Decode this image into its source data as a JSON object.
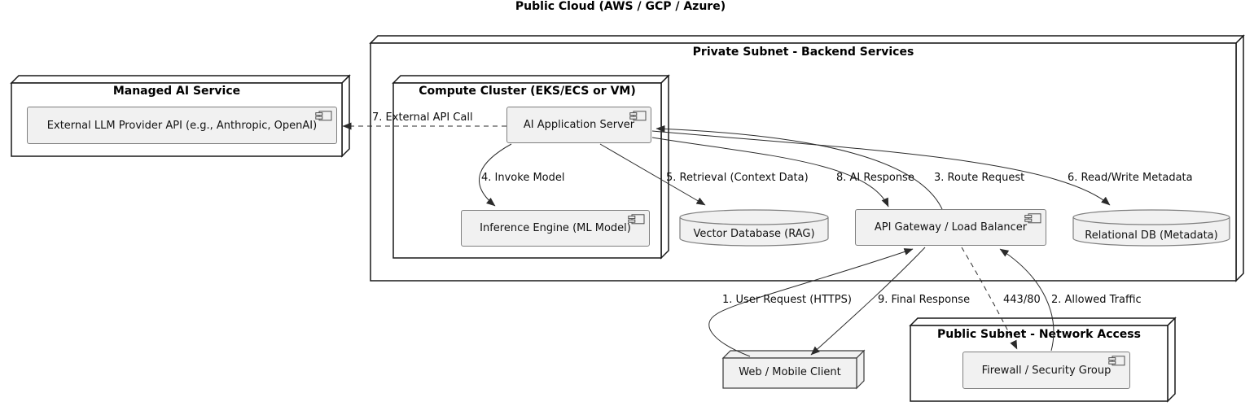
{
  "title": "Public Cloud (AWS / GCP / Azure)",
  "colors": {
    "background": "#ffffff",
    "node_border": "#181818",
    "node_fill": "#ffffff",
    "component_fill": "#F1F1F1",
    "component_border": "#7f7f7f",
    "arrow": "#2b2b2b"
  },
  "nodes": {
    "private_subnet": {
      "title": "Private Subnet - Backend Services"
    },
    "managed_ai": {
      "title": "Managed AI Service",
      "component": "External LLM Provider API (e.g., Anthropic, OpenAI)"
    },
    "compute_cluster": {
      "title": "Compute Cluster (EKS/ECS or VM)",
      "app_server": "AI Application Server",
      "inference_engine": "Inference Engine (ML Model)"
    },
    "vector_db": {
      "label": "Vector Database (RAG)"
    },
    "api_gateway": {
      "label": "API Gateway / Load Balancer"
    },
    "relational_db": {
      "label": "Relational DB (Metadata)"
    },
    "public_subnet": {
      "title": "Public Subnet - Network Access",
      "component": "Firewall / Security Group"
    },
    "client": {
      "label": "Web / Mobile Client"
    }
  },
  "edges": {
    "user_request": "1. User Request (HTTPS)",
    "allowed_traffic": "2. Allowed Traffic",
    "route_request": "3. Route Request",
    "invoke_model": "4. Invoke Model",
    "retrieval": "5. Retrieval (Context Data)",
    "read_write_metadata": "6. Read/Write Metadata",
    "external_api_call": "7. External API Call",
    "ai_response": "8. AI Response",
    "final_response": "9. Final Response",
    "ports": "443/80"
  }
}
